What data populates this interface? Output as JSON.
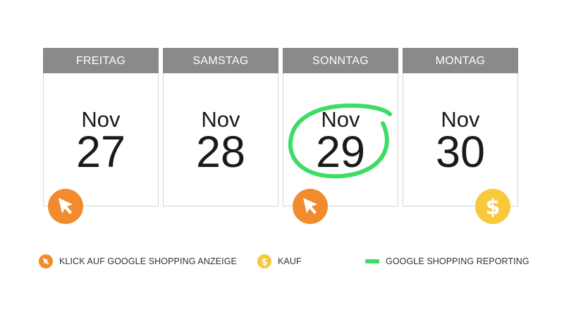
{
  "calendar": {
    "days": [
      {
        "weekday": "FREITAG",
        "month": "Nov",
        "day": "27",
        "badge": "click"
      },
      {
        "weekday": "SAMSTAG",
        "month": "Nov",
        "day": "28",
        "badge": ""
      },
      {
        "weekday": "SONNTAG",
        "month": "Nov",
        "day": "29",
        "badge": "click",
        "highlighted": true
      },
      {
        "weekday": "MONTAG",
        "month": "Nov",
        "day": "30",
        "badge": "purchase"
      }
    ]
  },
  "legend": {
    "click_label": "KLICK AUF GOOGLE SHOPPING ANZEIGE",
    "purchase_label": "KAUF",
    "reporting_label": "GOOGLE SHOPPING REPORTING"
  },
  "icons": {
    "click": "cursor-arrow-icon",
    "purchase": "dollar-icon",
    "reporting": "green-bar-icon"
  },
  "colors": {
    "header_gray": "#8a8a8a",
    "click_orange": "#f28a2e",
    "purchase_yellow": "#f7c93b",
    "reporting_green": "#3ddc66"
  }
}
